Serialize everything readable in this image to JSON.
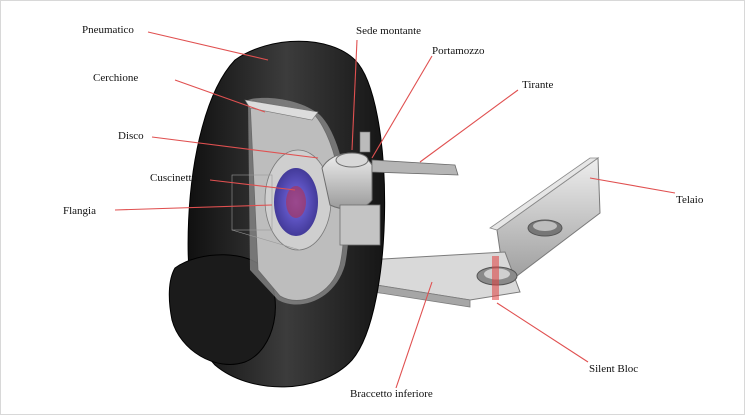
{
  "labels": {
    "pneumatico": "Pneumatico",
    "cerchione": "Cerchione",
    "disco": "Disco",
    "cuscinetto": "Cuscinetto",
    "flangia": "Flangia",
    "sede_montante": "Sede montante",
    "portamozzo": "Portamozzo",
    "tirante": "Tirante",
    "telaio": "Telaio",
    "silent_bloc": "Silent Bloc",
    "braccetto_inferiore": "Braccetto inferiore"
  },
  "colors": {
    "leader_line": "#e05050",
    "tyre": "#2a2a2a",
    "metal": "#c8c8c8",
    "hub_highlight": "#4a3fd0"
  }
}
